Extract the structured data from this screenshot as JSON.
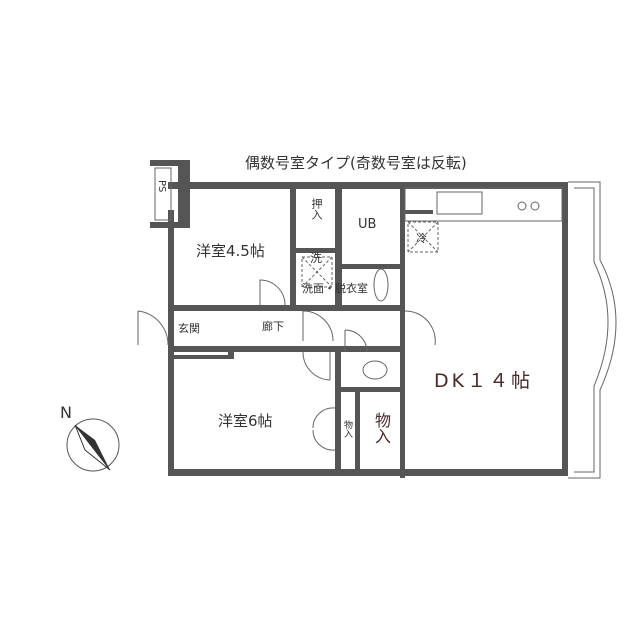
{
  "title": "偶数号室タイプ(奇数号室は反転)",
  "rooms": {
    "western_small": "洋室4.5帖",
    "closet_top": "押入",
    "bath": "UB",
    "washer": "洗",
    "fridge": "冷",
    "washroom": "洗面・脱衣室",
    "entrance": "玄関",
    "hallway": "廊下",
    "dk": "DK１４帖",
    "western_large": "洋室6帖",
    "storage_small": "物入",
    "storage_large": "物入",
    "ps": "PS"
  },
  "compass": {
    "label": "N"
  },
  "colors": {
    "wall": "#555555",
    "dk_text": "#4a2a2a"
  }
}
